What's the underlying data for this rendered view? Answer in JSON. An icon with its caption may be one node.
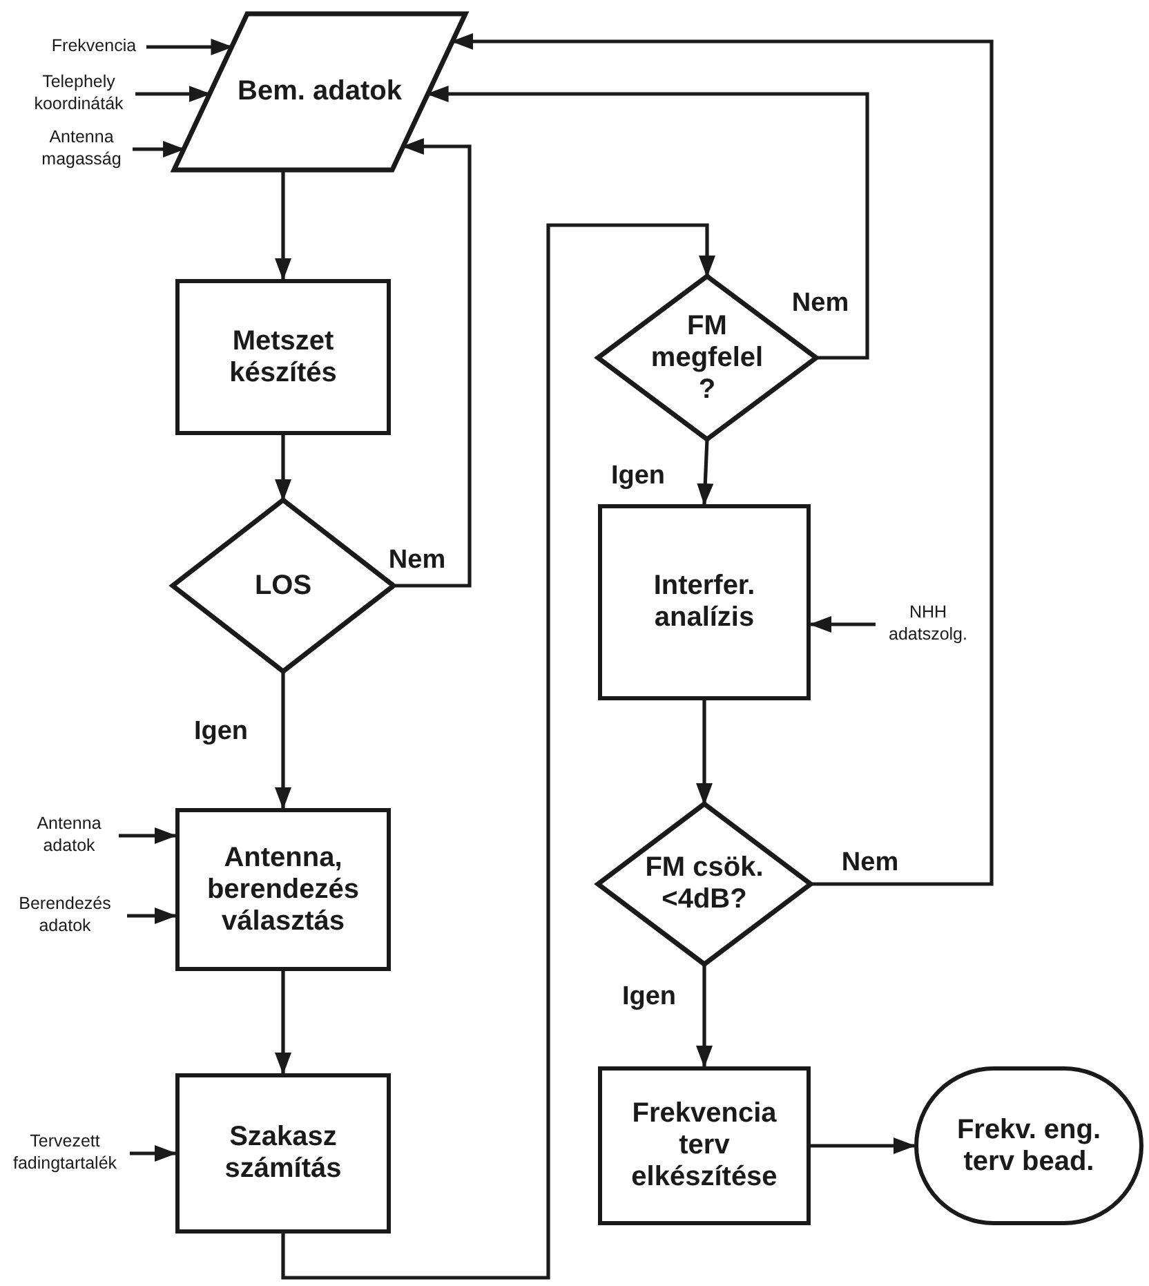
{
  "diagram": {
    "nodes": [
      {
        "text": [
          "Frekvencia"
        ]
      },
      {
        "text": [
          "Telephely koordináták"
        ]
      },
      {
        "text": [
          "Antenna magasság"
        ]
      },
      {
        "text": [
          "Bem. adatok"
        ]
      },
      {
        "text": [
          "Metszet készítés"
        ]
      },
      {
        "text": [
          "LOS"
        ]
      },
      {
        "text": [
          "Antenna adatok"
        ]
      },
      {
        "text": [
          "Berendezés adatok"
        ]
      },
      {
        "text": [
          "Antenna, berendezés választás"
        ]
      },
      {
        "text": [
          "Tervezett fadingtartalék"
        ]
      },
      {
        "text": [
          "Szakasz számítás"
        ]
      },
      {
        "text": [
          "FM megfelel ?"
        ]
      },
      {
        "text": [
          "Interfer. analízis"
        ]
      },
      {
        "text": [
          "NHH adatszolg."
        ]
      },
      {
        "text": [
          "FM csök. <4dB?"
        ]
      },
      {
        "text": [
          "Frekvencia terv elkészítése"
        ]
      },
      {
        "text": [
          "Frekv. eng. terv bead."
        ]
      }
    ],
    "edges": [
      {
        "from": 0,
        "to": 3,
        "arrow": "to"
      },
      {
        "from": 1,
        "to": 3,
        "arrow": "to"
      },
      {
        "from": 2,
        "to": 3,
        "arrow": "to"
      },
      {
        "from": 3,
        "to": 4,
        "arrow": "to"
      },
      {
        "from": 4,
        "to": 5,
        "arrow": "to"
      },
      {
        "from": 5,
        "to": 3,
        "arrow": "to",
        "label": "Nem"
      },
      {
        "from": 5,
        "to": 8,
        "arrow": "to",
        "label": "Igen"
      },
      {
        "from": 6,
        "to": 8,
        "arrow": "to"
      },
      {
        "from": 7,
        "to": 8,
        "arrow": "to"
      },
      {
        "from": 8,
        "to": 10,
        "arrow": "to"
      },
      {
        "from": 9,
        "to": 10,
        "arrow": "to"
      },
      {
        "from": 10,
        "to": 11,
        "arrow": "to"
      },
      {
        "from": 11,
        "to": 3,
        "arrow": "to",
        "label": "Nem"
      },
      {
        "from": 11,
        "to": 12,
        "arrow": "to",
        "label": "Igen"
      },
      {
        "from": 13,
        "to": 12,
        "arrow": "to"
      },
      {
        "from": 12,
        "to": 14,
        "arrow": "to"
      },
      {
        "from": 14,
        "to": 3,
        "arrow": "to",
        "label": "Nem"
      },
      {
        "from": 14,
        "to": 15,
        "arrow": "to",
        "label": "Igen"
      },
      {
        "from": 15,
        "to": 16,
        "arrow": "to"
      }
    ]
  }
}
